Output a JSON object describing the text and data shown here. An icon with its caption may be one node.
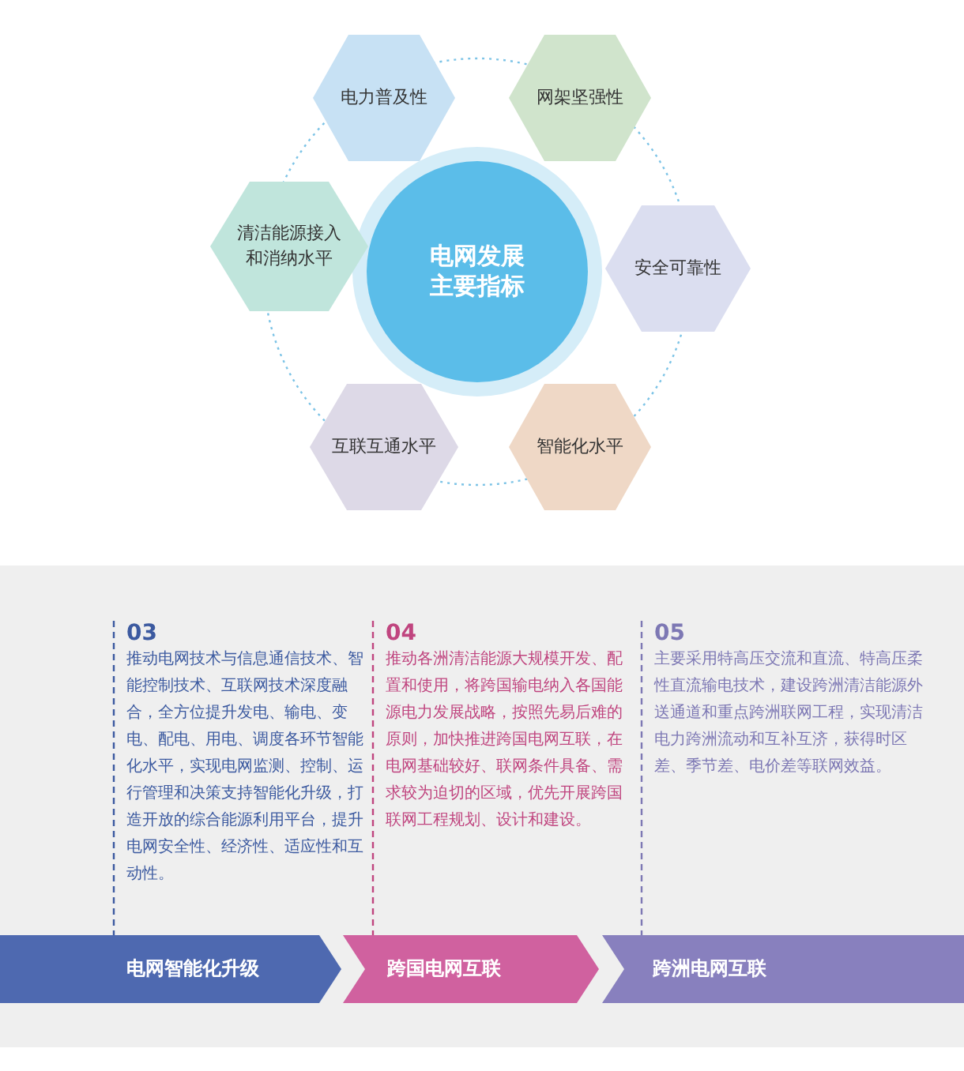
{
  "diagram": {
    "nodes": [
      {
        "text": [
          "电网发展主要指标"
        ]
      },
      {
        "text": [
          "电力普及性"
        ]
      },
      {
        "text": [
          "网架坚强性"
        ]
      },
      {
        "text": [
          "清洁能源接入和消纳水平"
        ]
      },
      {
        "text": [
          "安全可靠性"
        ]
      },
      {
        "text": [
          "互联互通水平"
        ]
      },
      {
        "text": [
          "智能化水平"
        ]
      },
      {
        "text": [
          "03",
          "推动电网技术与信息通信技术、智能控制技术、互联网技术深度融合，全方位提升发电、输电、变电、配电、用电、调度各环节智能化水平，实现电网监测、控制、运行管理和决策支持智能化升级，打造开放的综合能源利用平台，提升电网安全性、经济性、适应性和互动性。"
        ]
      },
      {
        "text": [
          "04",
          "推动各洲清洁能源大规模开发、配置和使用，将跨国输电纳入各国能源电力发展战略，按照先易后难的原则，加快推进跨国电网互联，在电网基础较好、联网条件具备、需求较为迫切的区域，优先开展跨国联网工程规划、设计和建设。"
        ]
      },
      {
        "text": [
          "05",
          "主要采用特高压交流和直流、特高压柔性直流输电技术，建设跨洲清洁能源外送通道和重点跨洲联网工程，实现清洁电力跨洲流动和互补互济，获得时区差、季节差、电价差等联网效益。"
        ]
      },
      {
        "text": [
          "电网智能化升级"
        ]
      },
      {
        "text": [
          "跨国电网互联"
        ]
      },
      {
        "text": [
          "跨洲电网互联"
        ]
      }
    ],
    "edges": [
      {
        "from": 7,
        "to": 10,
        "arrow": "none",
        "style": "dashed",
        "color": "#3c5aa0"
      },
      {
        "from": 8,
        "to": 11,
        "arrow": "none",
        "style": "dashed",
        "color": "#c0457f"
      },
      {
        "from": 9,
        "to": 12,
        "arrow": "none",
        "style": "dashed",
        "color": "#7d78b4"
      }
    ]
  }
}
